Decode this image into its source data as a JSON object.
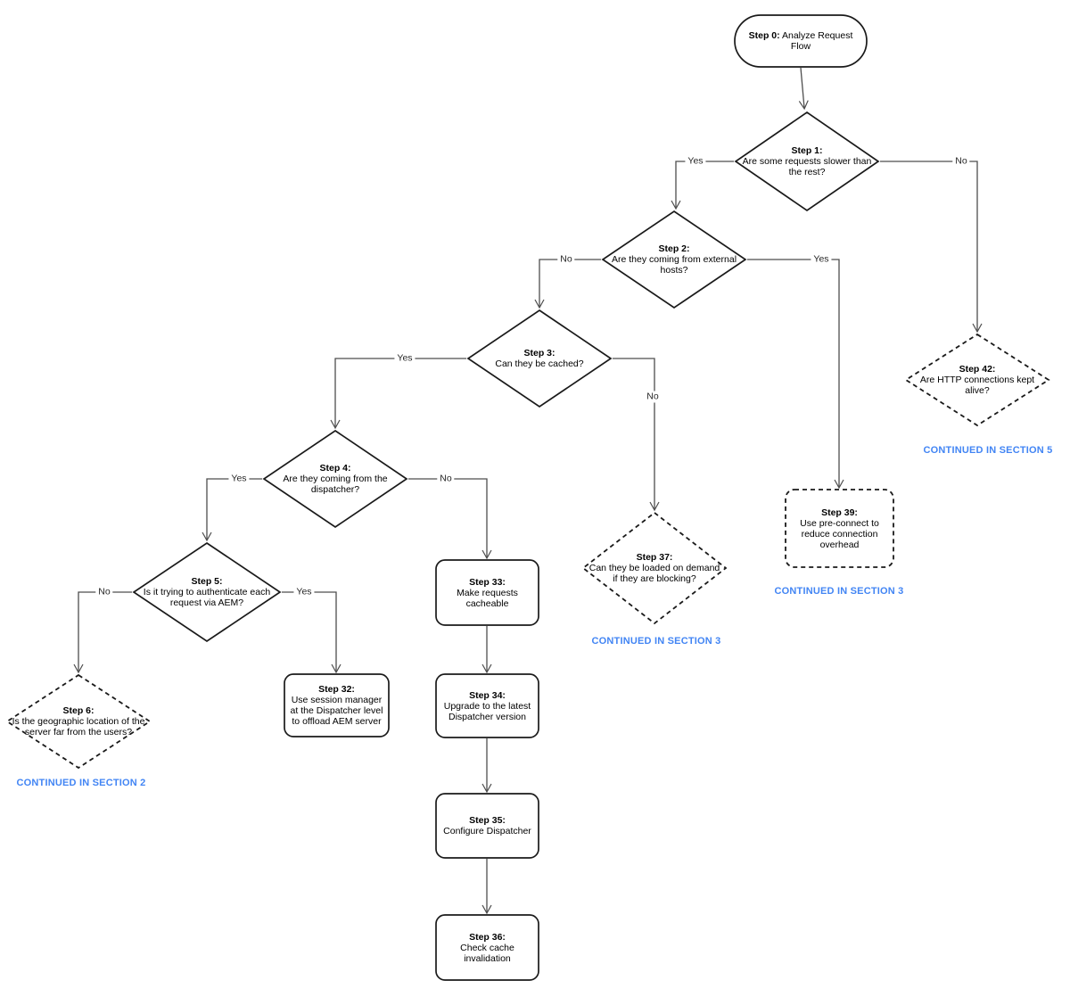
{
  "diagram": {
    "type": "flowchart",
    "colors": {
      "connector": "#4d4d4d",
      "node_border": "#1a1a1a",
      "node_fill": "#ffffff",
      "text": "#000000",
      "continuation_text": "#4285f4"
    },
    "nodes": {
      "step0": {
        "label": "Step 0:",
        "text": "Analyze Request\nFlow"
      },
      "step1": {
        "label": "Step 1:",
        "text": "Are some requests slower than\nthe rest?"
      },
      "step2": {
        "label": "Step 2:",
        "text": "Are they coming from external\nhosts?"
      },
      "step3": {
        "label": "Step 3:",
        "text": "Can they be cached?"
      },
      "step4": {
        "label": "Step 4:",
        "text": "Are they coming from the\ndispatcher?"
      },
      "step5": {
        "label": "Step 5:",
        "text": "Is it trying to authenticate each\nrequest via AEM?"
      },
      "step6": {
        "label": "Step 6:",
        "text": "Is the geographic location of the\nserver far from the users?"
      },
      "step32": {
        "label": "Step 32:",
        "text": "Use session manager\nat the Dispatcher level\nto offload AEM server"
      },
      "step33": {
        "label": "Step 33:",
        "text": "Make requests\ncacheable"
      },
      "step34": {
        "label": "Step 34:",
        "text": "Upgrade to the latest\nDispatcher version"
      },
      "step35": {
        "label": "Step 35:",
        "text": "Configure Dispatcher"
      },
      "step36": {
        "label": "Step 36:",
        "text": "Check cache\ninvalidation"
      },
      "step37": {
        "label": "Step 37:",
        "text": "Can they be loaded on demand\nif they are blocking?"
      },
      "step39": {
        "label": "Step 39:",
        "text": "Use pre-connect to\nreduce connection\noverhead"
      },
      "step42": {
        "label": "Step 42:",
        "text": "Are HTTP connections kept\nalive?"
      }
    },
    "edges": [
      {
        "from": "step0",
        "to": "step1",
        "label": ""
      },
      {
        "from": "step1",
        "to": "step2",
        "label": "Yes"
      },
      {
        "from": "step1",
        "to": "step42",
        "label": "No"
      },
      {
        "from": "step2",
        "to": "step3",
        "label": "No"
      },
      {
        "from": "step2",
        "to": "step39",
        "label": "Yes"
      },
      {
        "from": "step3",
        "to": "step4",
        "label": "Yes"
      },
      {
        "from": "step3",
        "to": "step37",
        "label": "No"
      },
      {
        "from": "step4",
        "to": "step5",
        "label": "Yes"
      },
      {
        "from": "step4",
        "to": "step33",
        "label": "No"
      },
      {
        "from": "step5",
        "to": "step6",
        "label": "No"
      },
      {
        "from": "step5",
        "to": "step32",
        "label": "Yes"
      },
      {
        "from": "step33",
        "to": "step34",
        "label": ""
      },
      {
        "from": "step34",
        "to": "step35",
        "label": ""
      },
      {
        "from": "step35",
        "to": "step36",
        "label": ""
      }
    ],
    "continuations": [
      {
        "text": "CONTINUED IN SECTION 2",
        "after": "step6"
      },
      {
        "text": "CONTINUED IN SECTION 3",
        "after": "step37"
      },
      {
        "text": "CONTINUED IN SECTION 3",
        "after": "step39"
      },
      {
        "text": "CONTINUED IN SECTION 5",
        "after": "step42"
      }
    ]
  }
}
